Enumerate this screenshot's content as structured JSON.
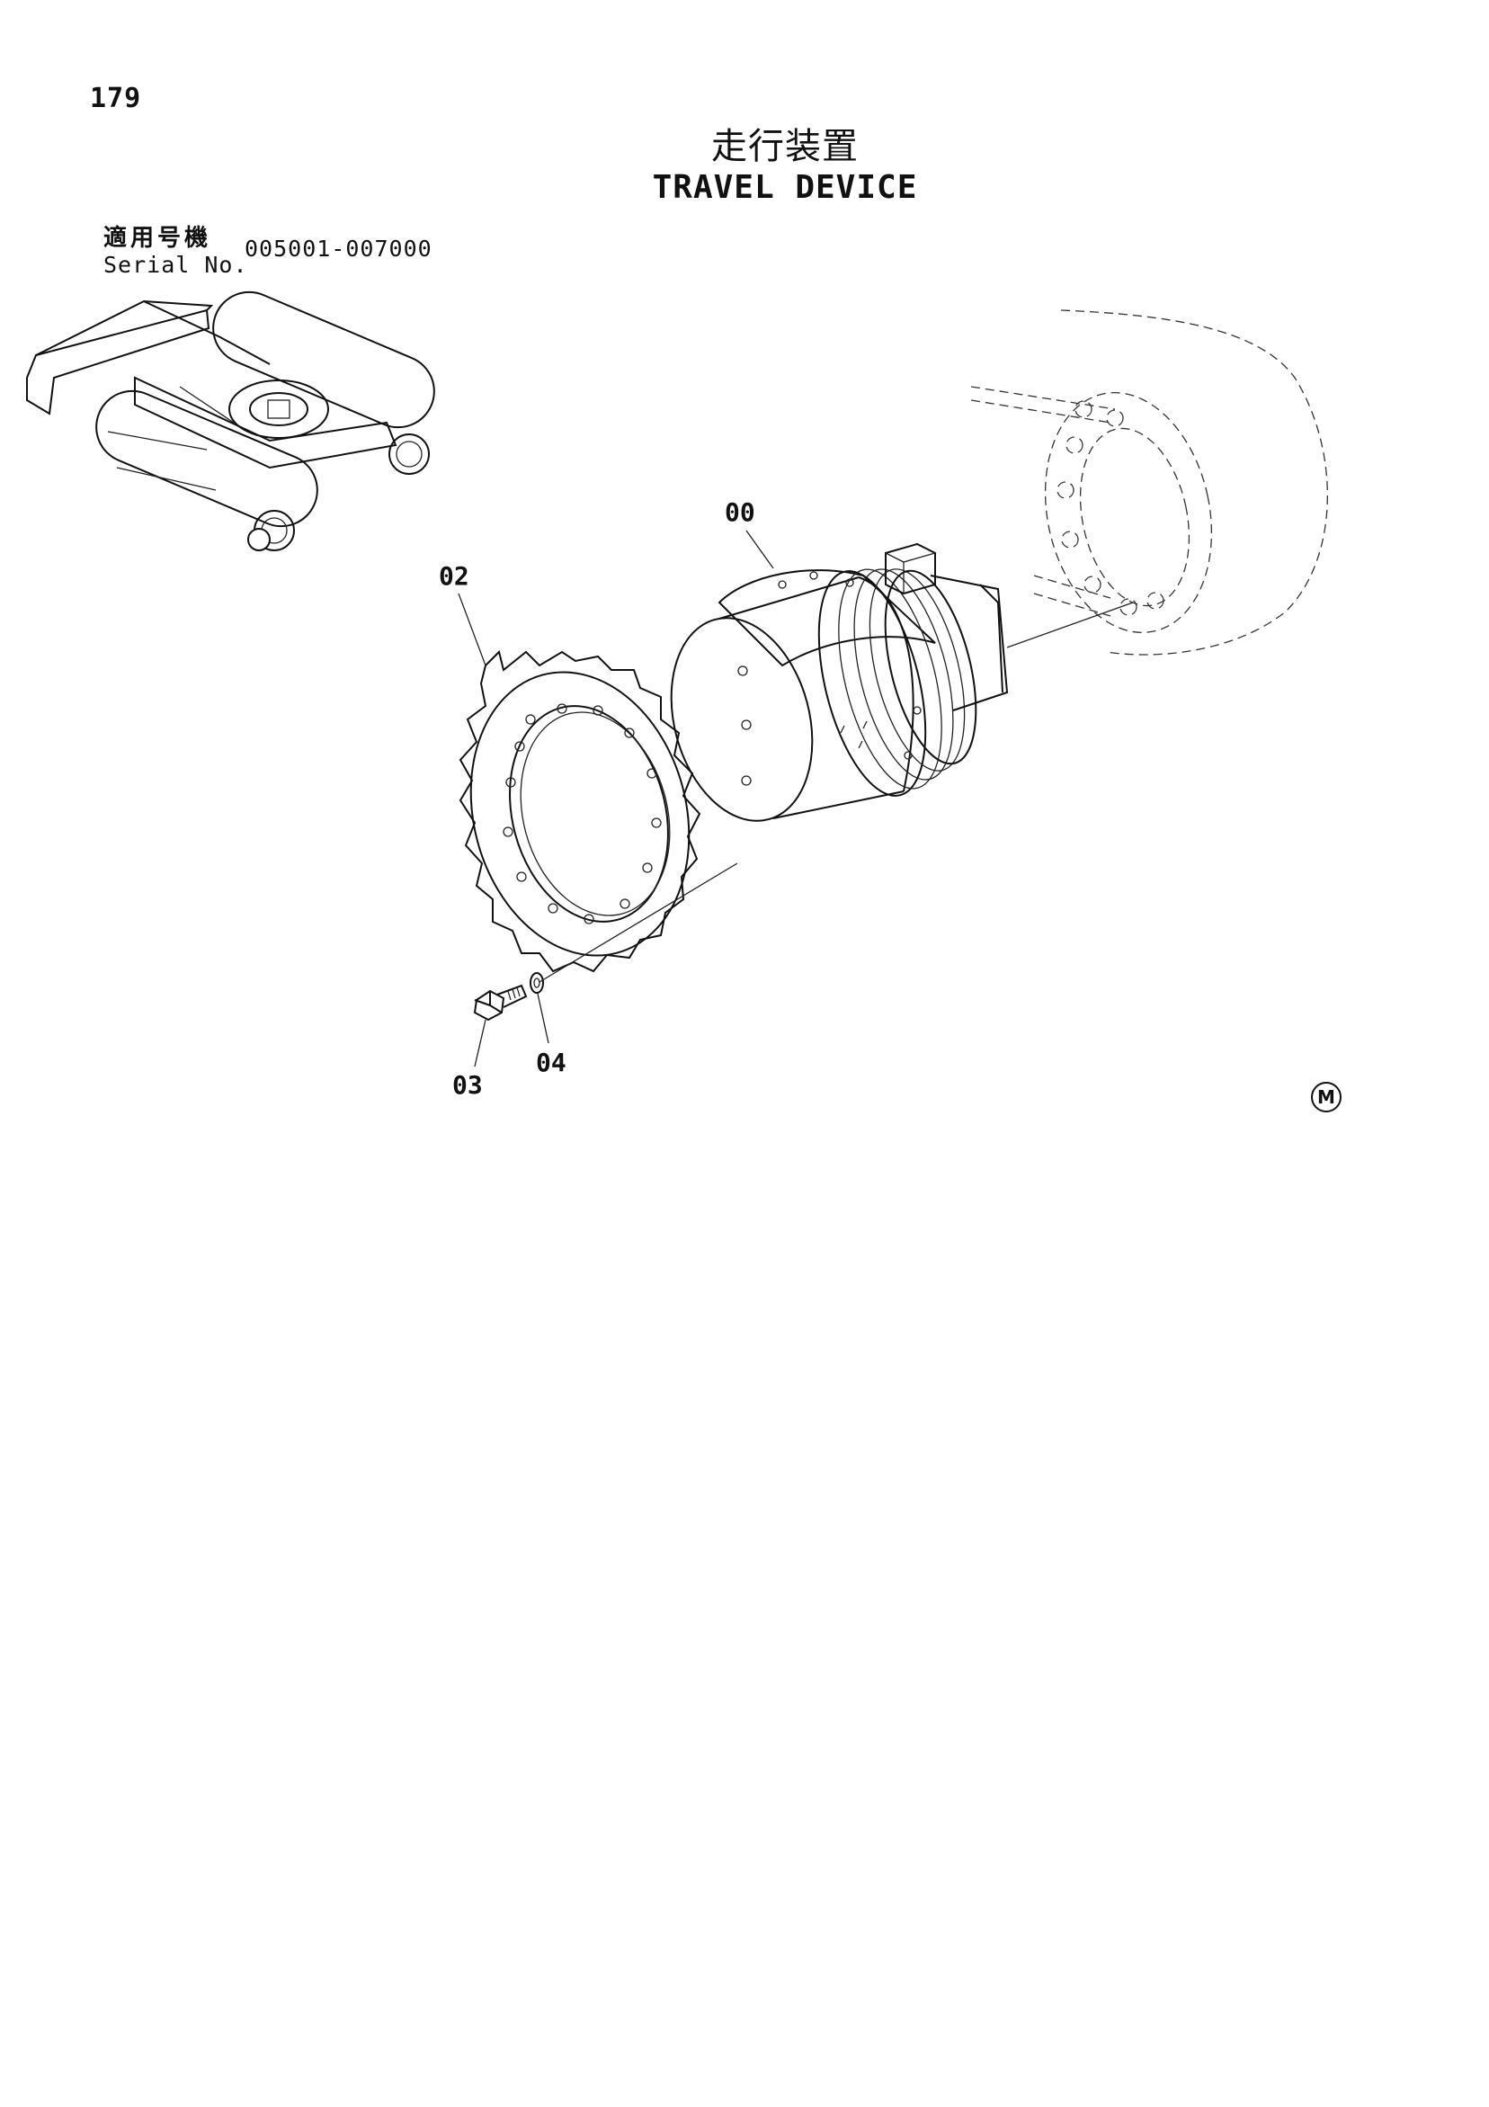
{
  "page_number": "179",
  "title_ja": "走行装置",
  "title_en": "TRAVEL DEVICE",
  "serial_label_ja": "適用号機",
  "serial_label_en": "Serial No.",
  "serial_range": "005001-007000",
  "callouts": {
    "c00": "00",
    "c02": "02",
    "c03": "03",
    "c04": "04"
  },
  "mark": "M"
}
